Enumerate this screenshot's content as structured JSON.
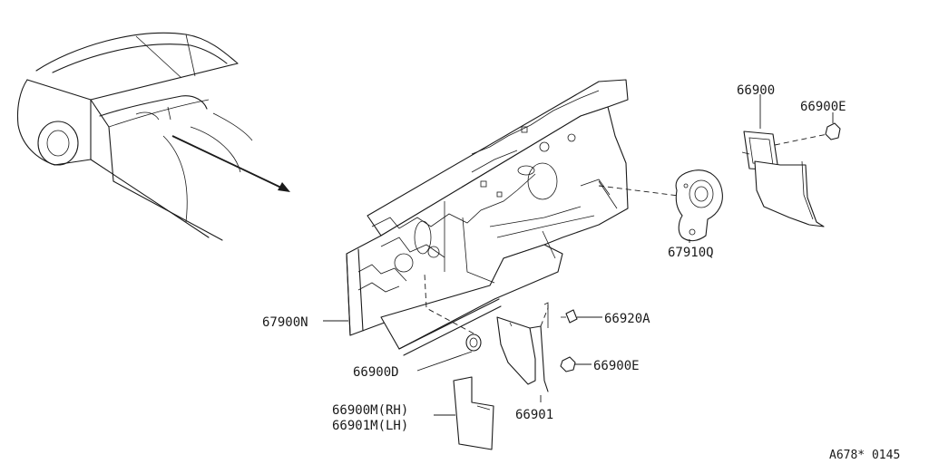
{
  "labels": {
    "p66900": "66900",
    "p66900E_top": "66900E",
    "p67910Q": "67910Q",
    "p67900N": "67900N",
    "p66920A": "66920A",
    "p66900E_bottom": "66900E",
    "p66900D": "66900D",
    "p66900M": "66900M(RH)",
    "p66901M": "66901M(LH)",
    "p66901": "66901"
  },
  "reference": "A678* 0145",
  "colors": {
    "line": "#1a1a1a",
    "background": "#ffffff"
  }
}
